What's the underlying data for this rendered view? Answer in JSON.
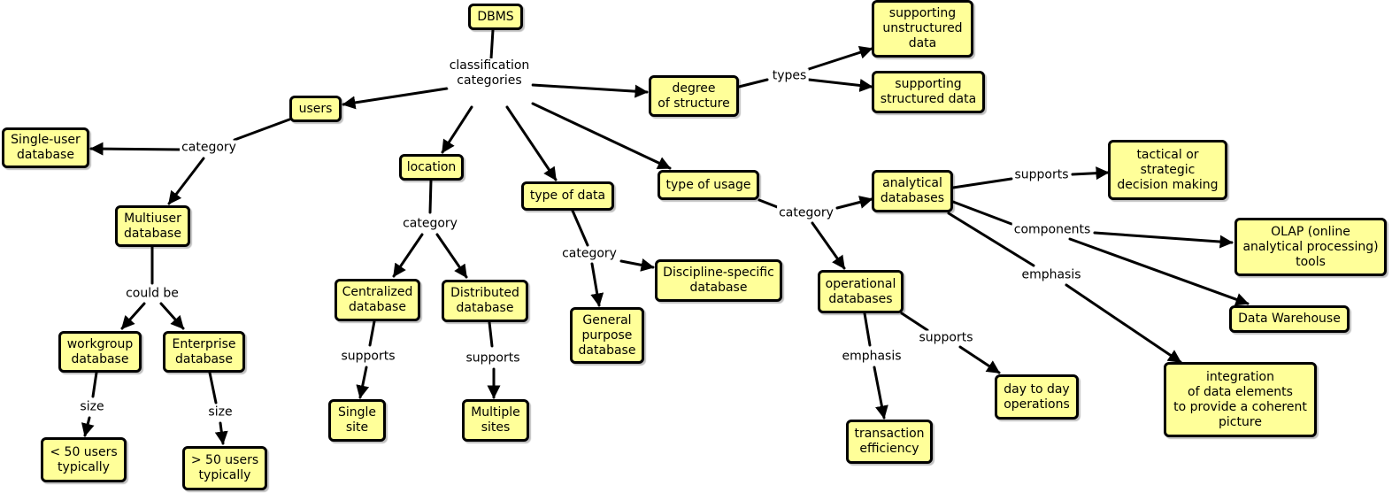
{
  "colors": {
    "node_fill": "#ffff99",
    "node_border": "#000000",
    "line": "#000000"
  },
  "nodes": {
    "dbms": "DBMS",
    "users": "users",
    "single_user": "Single-user\ndatabase",
    "multiuser": "Multiuser\ndatabase",
    "workgroup": "workgroup\ndatabase",
    "enterprise": "Enterprise\ndatabase",
    "lt50": "< 50 users\ntypically",
    "gt50": "> 50 users\ntypically",
    "location": "location",
    "centralized": "Centralized\ndatabase",
    "distributed": "Distributed\ndatabase",
    "single_site": "Single\nsite",
    "multiple_sites": "Multiple\nsites",
    "type_of_data": "type of data",
    "discipline": "Discipline-specific\ndatabase",
    "general": "General\npurpose\ndatabase",
    "type_of_usage": "type of usage",
    "degree": "degree\nof structure",
    "unstructured": "supporting\nunstructured\ndata",
    "structured": "supporting\nstructured data",
    "analytical": "analytical\ndatabases",
    "operational": "operational\ndatabases",
    "tactical": "tactical or\nstrategic\ndecision making",
    "olap": "OLAP (online\nanalytical processing)\ntools",
    "warehouse": "Data Warehouse",
    "integration": "integration\nof data elements\nto provide a coherent\npicture",
    "day_ops": "day to day\noperations",
    "transaction": "transaction\nefficiency"
  },
  "labels": {
    "classification": "classification\ncategories",
    "users_category": "category",
    "could_be": "could be",
    "size_workgroup": "size",
    "size_enterprise": "size",
    "location_category": "category",
    "supports_central": "supports",
    "supports_distributed": "supports",
    "data_category": "category",
    "types": "types",
    "usage_category": "category",
    "supports_analytical": "supports",
    "components": "components",
    "emphasis_analytical": "emphasis",
    "supports_operational": "supports",
    "emphasis_operational": "emphasis"
  }
}
